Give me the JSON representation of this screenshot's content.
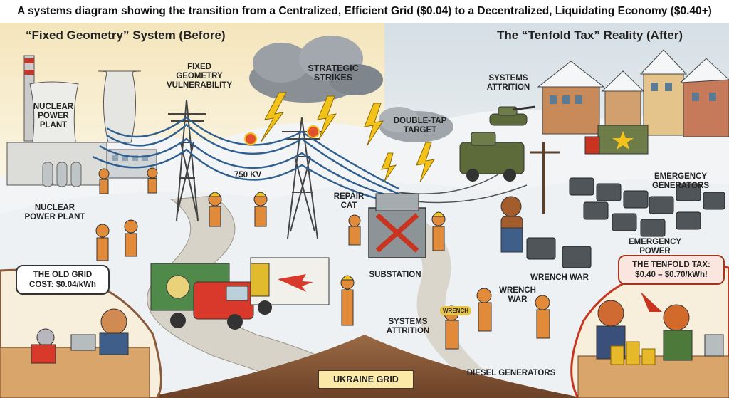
{
  "header": {
    "title": "A systems diagram showing the transition from a Centralized, Efficient Grid ($0.04) to a Decentralized, Liquidating Economy ($0.40+)"
  },
  "sections": {
    "before_title": "“Fixed Geometry” System (Before)",
    "after_title": "The “Tenfold Tax” Reality (After)"
  },
  "labels": {
    "nuclear_plant_top": "NUCLEAR\nPOWER\nPLANT",
    "nuclear_plant_bottom": "NUCLEAR\nPOWER PLANT",
    "fixed_geometry": "FIXED\nGEOMETRY\nVULNERABILITY",
    "strategic_strikes": "STRATEGIC\nSTRIKES",
    "kv_750": "750 KV",
    "double_tap": "DOUBLE-TAP\nTARGET",
    "systems_attrition_top": "SYSTEMS\nATTRITION",
    "emergency_generators": "EMERGENCY\nGENERATORS",
    "repair_cat": "REPAIR\nCAT",
    "substation": "SUBSTATION",
    "emergency_power": "EMERGENCY POWER",
    "wrench_war_right": "WRENCH WAR",
    "wrench_war_center": "WRENCH\nWAR",
    "systems_attrition_bottom": "SYSTEMS\nATTRITION",
    "diesel_generators": "DIESEL GENERATORS",
    "ukraine_grid": "UKRAINE GRID",
    "helmet_text": "WRENCH"
  },
  "callouts": {
    "old_cost": "THE OLD GRID\nCOST: $0.04/kWh",
    "tenfold_tax": "THE TENFOLD TAX:\n$0.40 – $0.70/kWh!"
  },
  "colors": {
    "sky_left": "#f6edd0",
    "sky_right": "#dfe6ea",
    "snow": "#f4f6f8",
    "cable": "#2f5f8f",
    "strike": "#f2c21b",
    "alert_red": "#c8341f",
    "army_green": "#5d6b3b",
    "cat_orange": "#e08a3a",
    "earth": "#8a5a3a"
  },
  "icons": [
    "nuclear-plant-icon",
    "transmission-tower-icon",
    "storm-cloud-icon",
    "lightning-icon",
    "explosion-icon",
    "substation-icon",
    "tank-icon",
    "army-truck-icon",
    "generator-icon",
    "mail-truck-icon",
    "coin-stack-icon",
    "cash-register-icon"
  ]
}
